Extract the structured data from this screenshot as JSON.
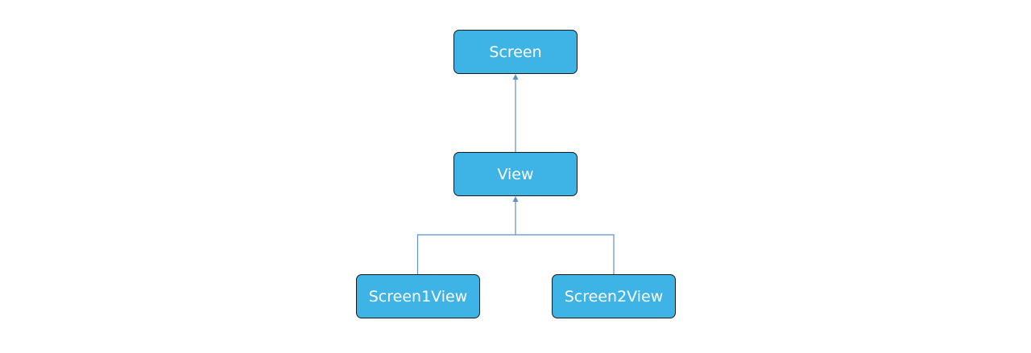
{
  "diagram": {
    "nodes": {
      "screen": "Screen",
      "view": "View",
      "screen1view": "Screen1View",
      "screen2view": "Screen2View"
    },
    "edges": [
      {
        "from": "view",
        "to": "screen",
        "type": "inheritance"
      },
      {
        "from": "screen1view",
        "to": "view",
        "type": "inheritance"
      },
      {
        "from": "screen2view",
        "to": "view",
        "type": "inheritance"
      }
    ],
    "colors": {
      "node_fill": "#3db3e6",
      "node_border": "#1a1a1a",
      "node_text": "#ffffff",
      "connector": "#5b8fd0"
    }
  }
}
